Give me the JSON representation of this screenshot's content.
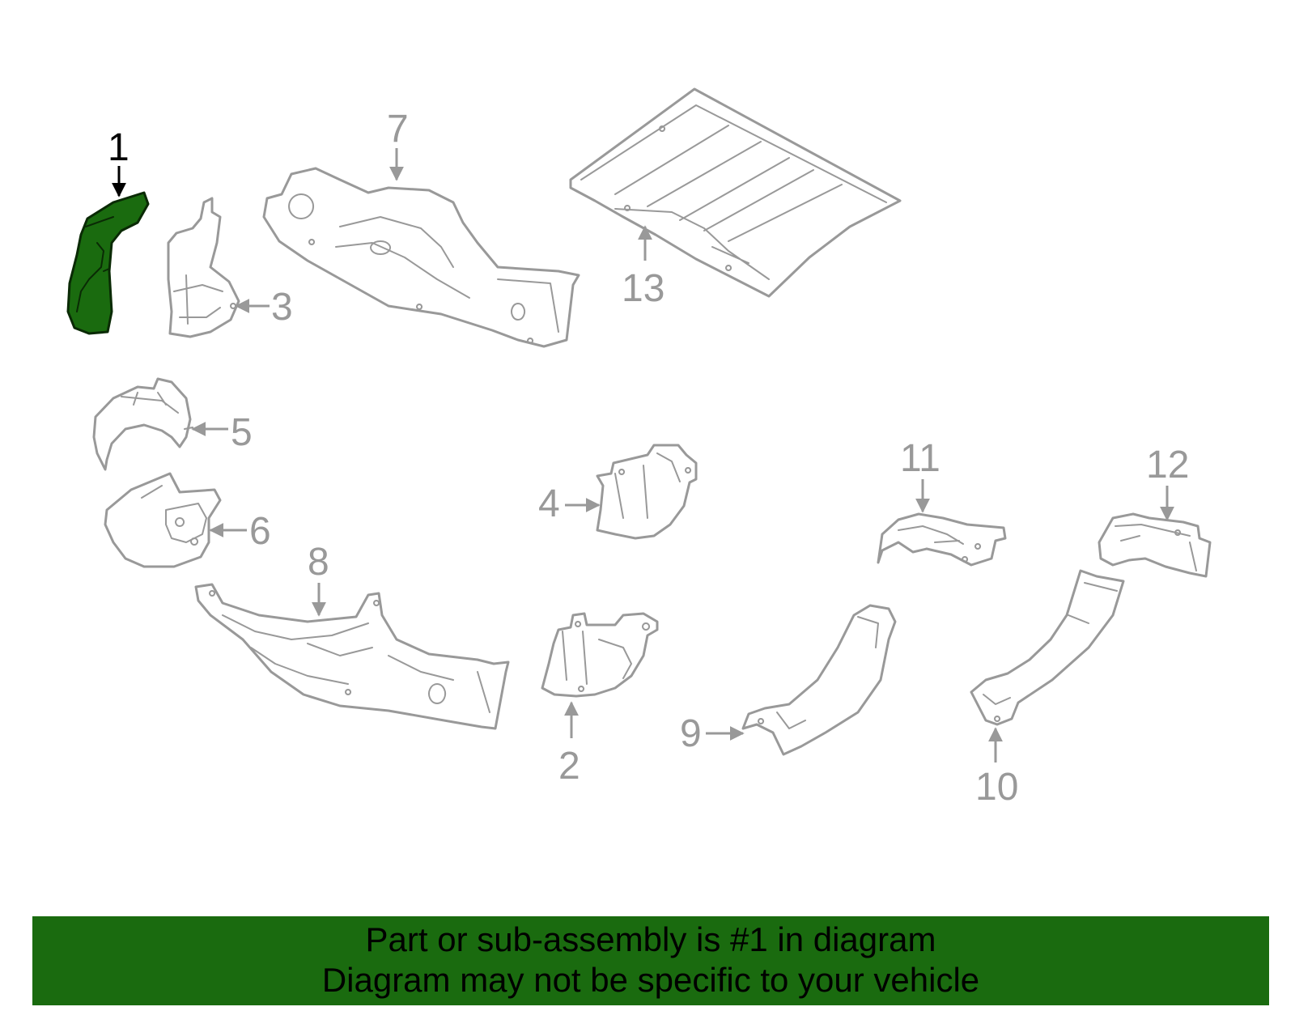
{
  "diagram": {
    "highlighted_callout": "1",
    "highlight_color": "#1a6b0f",
    "line_color": "#999999",
    "callouts": {
      "c1": "1",
      "c2": "2",
      "c3": "3",
      "c4": "4",
      "c5": "5",
      "c6": "6",
      "c7": "7",
      "c8": "8",
      "c9": "9",
      "c10": "10",
      "c11": "11",
      "c12": "12",
      "c13": "13"
    }
  },
  "banner": {
    "line1": "Part or sub-assembly is #1 in diagram",
    "line2": "Diagram may not be specific to your vehicle",
    "background": "#1a6b0f"
  }
}
